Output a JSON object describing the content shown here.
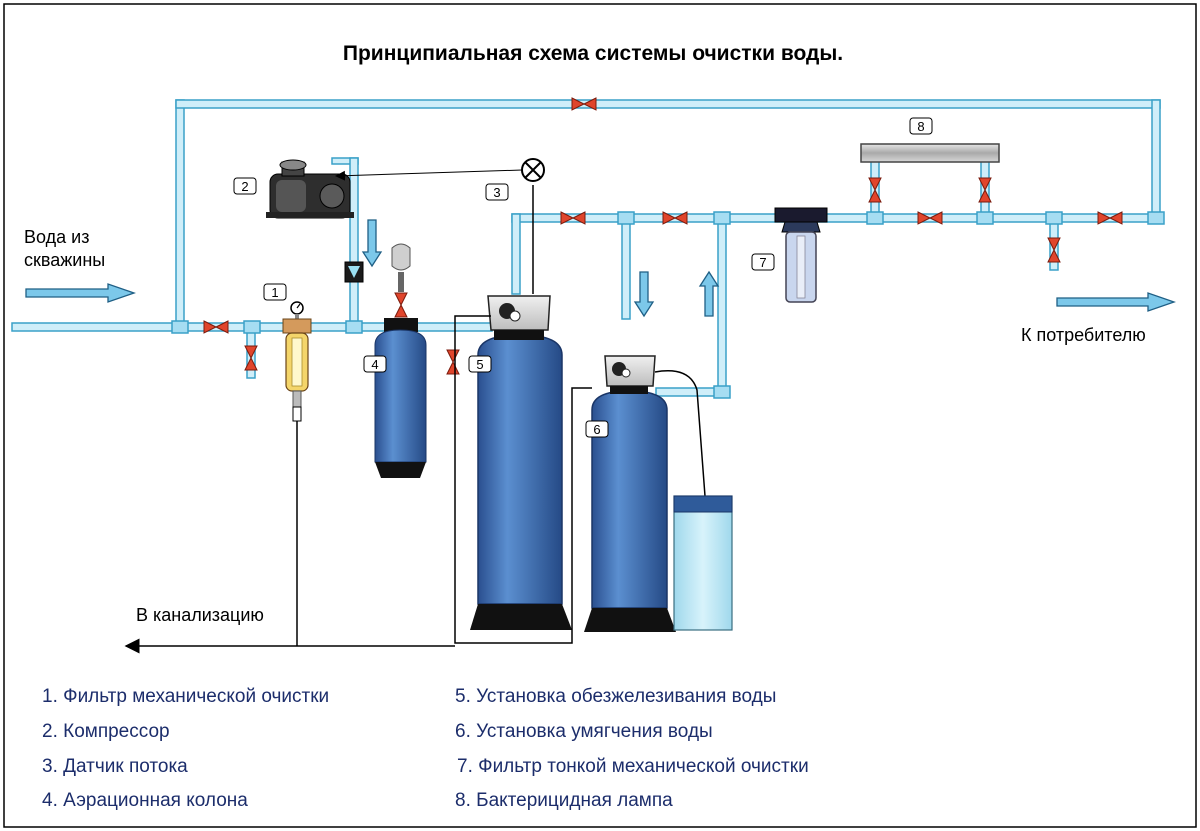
{
  "title": "Принципиальная схема  системы очистки воды.",
  "labels": {
    "inlet": [
      "Вода из",
      "скважины"
    ],
    "outlet": "К потребителю",
    "drain": "В канализацию"
  },
  "markers": [
    "1",
    "2",
    "3",
    "4",
    "5",
    "6",
    "7",
    "8"
  ],
  "legend": {
    "left": [
      "1. Фильтр механической очистки",
      "2. Компрессор",
      "3. Датчик потока",
      "4. Аэрационная колона"
    ],
    "right": [
      "5. Установка обезжелезивания воды",
      "6. Установка умягчения воды",
      "7. Фильтр тонкой механической очистки",
      "8. Бактерицидная лампа"
    ]
  },
  "colors": {
    "pipe_fill": "#cfeef9",
    "pipe_stroke": "#3aa0c8",
    "tank_blue": "#3c6fb5",
    "valve_red": "#e0452c",
    "flow_arrow": "#7cc8ea",
    "legend_text": "#1c2d6b"
  }
}
